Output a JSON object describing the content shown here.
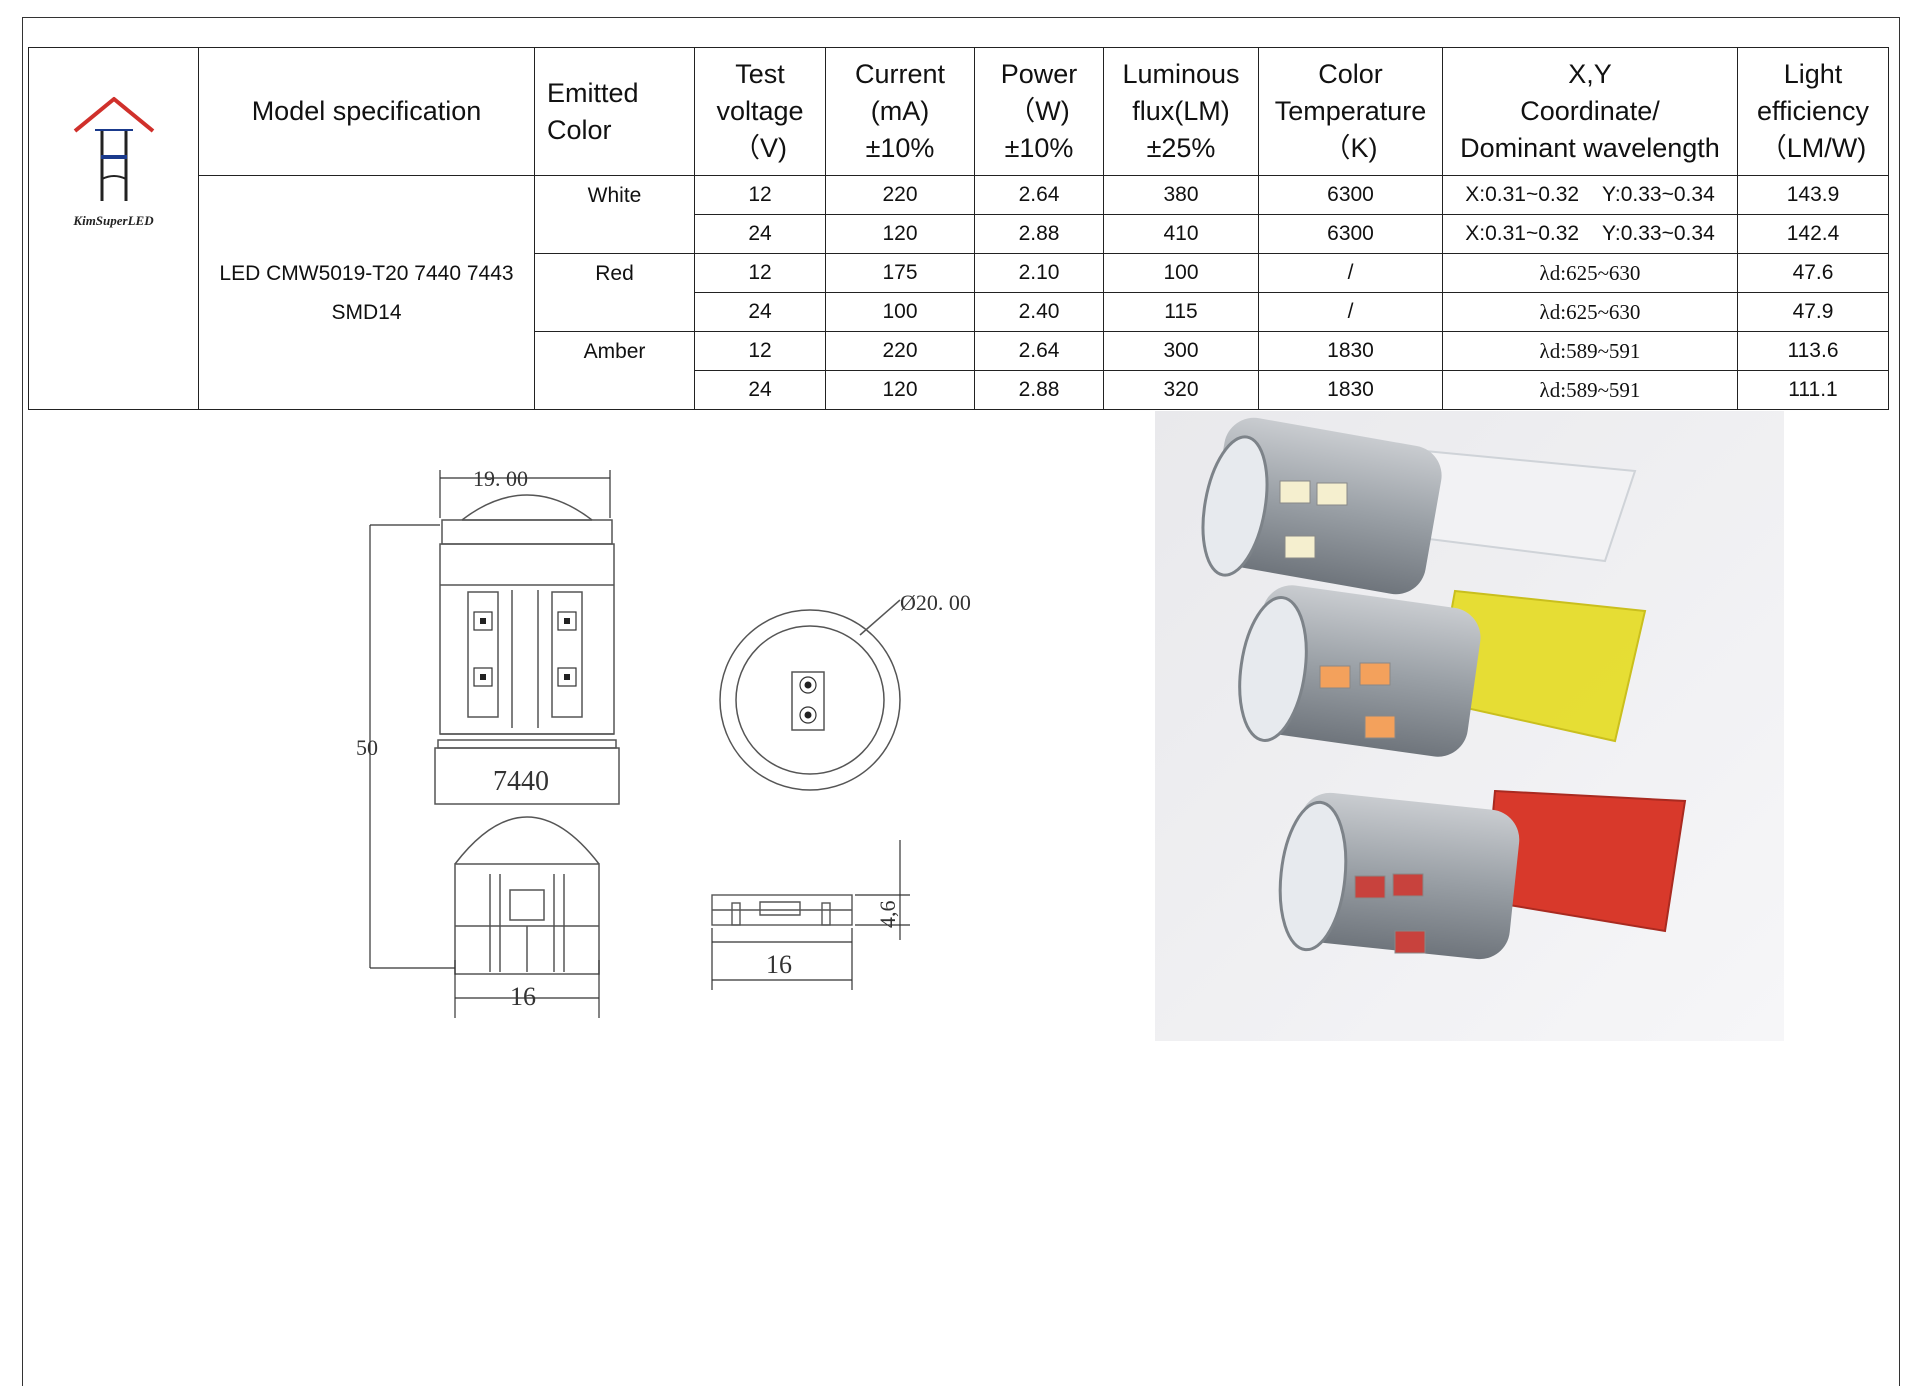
{
  "logo": {
    "text": "KimSuperLED"
  },
  "table": {
    "headers": {
      "model": "Model specification",
      "emitted_color": [
        "Emitted",
        "Color"
      ],
      "test_voltage": [
        "Test",
        "voltage",
        "（V)"
      ],
      "current": [
        "Current",
        "(mA)",
        "±10%"
      ],
      "power": [
        "Power",
        "（W)",
        "±10%"
      ],
      "luminous_flux": [
        "Luminous",
        "flux(LM)",
        "±25%"
      ],
      "color_temperature": [
        "Color",
        "Temperature",
        "（K)"
      ],
      "xy": [
        "X,Y",
        "Coordinate/",
        "Dominant wavelength"
      ],
      "light_efficiency": [
        "Light",
        "efficiency",
        "（LM/W)"
      ]
    },
    "model": [
      "LED CMW5019-T20 7440 7443",
      "SMD14"
    ],
    "colors": [
      "White",
      "Red",
      "Amber"
    ],
    "rows": [
      {
        "voltage": "12",
        "current": "220",
        "power": "2.64",
        "flux": "380",
        "temp": "6300",
        "xy": "X:0.31~0.32    Y:0.33~0.34",
        "efficiency": "143.9"
      },
      {
        "voltage": "24",
        "current": "120",
        "power": "2.88",
        "flux": "410",
        "temp": "6300",
        "xy": "X:0.31~0.32    Y:0.33~0.34",
        "efficiency": "142.4"
      },
      {
        "voltage": "12",
        "current": "175",
        "power": "2.10",
        "flux": "100",
        "temp": "/",
        "xy": "λd:625~630",
        "efficiency": "47.6"
      },
      {
        "voltage": "24",
        "current": "100",
        "power": "2.40",
        "flux": "115",
        "temp": "/",
        "xy": "λd:625~630",
        "efficiency": "47.9"
      },
      {
        "voltage": "12",
        "current": "220",
        "power": "2.64",
        "flux": "300",
        "temp": "1830",
        "xy": "λd:589~591",
        "efficiency": "113.6"
      },
      {
        "voltage": "24",
        "current": "120",
        "power": "2.88",
        "flux": "320",
        "temp": "1830",
        "xy": "λd:589~591",
        "efficiency": "111.1"
      }
    ]
  },
  "drawing": {
    "width_dim": "19. 00",
    "height_dim": "50",
    "model_label": "7440",
    "base_width_dim": "16",
    "diameter_dim": "Ø20. 00",
    "side_width_dim": "16",
    "side_height_dim": "4,6"
  },
  "colors": {
    "white_led": "#f5efcf",
    "amber_led": "#f3a15c",
    "red_led": "#c8423d",
    "yellow_base": "#e6dd2a",
    "red_base": "#d8392b"
  }
}
